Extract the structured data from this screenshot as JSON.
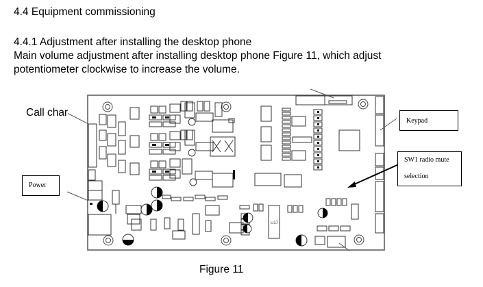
{
  "document": {
    "section_heading": "4.4 Equipment commissioning",
    "subsection_heading": "4.4.1 Adjustment after installing the desktop phone",
    "body_line_1": "Main volume adjustment after installing desktop phone Figure 11, which adjust",
    "body_line_2": "potentiometer clockwise to increase the volume.",
    "figure_caption": "Figure 11"
  },
  "figure": {
    "callouts": {
      "call_channel": "Call char",
      "power": "Power",
      "keypad": "Keypad",
      "sw1_line_1": "SW1 radio mute",
      "sw1_line_2": "selection"
    },
    "board_labels": {
      "ic_u17": "U17"
    }
  }
}
